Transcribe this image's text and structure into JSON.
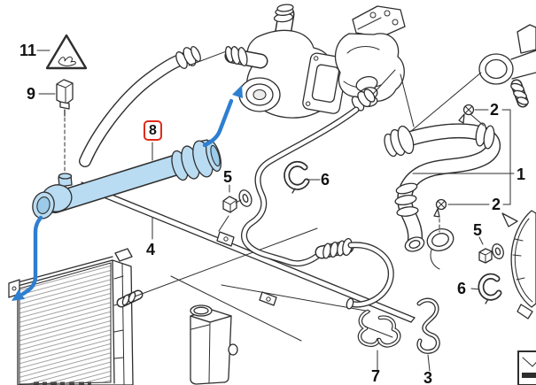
{
  "diagram": {
    "background": "#ffffff",
    "selected_callout": "8",
    "callouts": {
      "part1": "1",
      "part2_top": "2",
      "part2_bottom": "2",
      "part3": "3",
      "part4": "4",
      "part5_left": "5",
      "part5_right": "5",
      "part6_left": "6",
      "part6_right": "6",
      "part7": "7",
      "part8": "8",
      "part9": "9",
      "part11": "11"
    },
    "colors": {
      "line": "#2e2e2e",
      "highlight-fill": "#b9dcf2",
      "highlight-inner": "#9ccbe9",
      "selection-red": "#dd2c1a",
      "flow-blue": "#2e7fd0"
    },
    "parts": [
      "radiator",
      "expansion-tank",
      "coolant-pipe",
      "thermostat-housing",
      "water-pump-bracket",
      "coolant-flange",
      "heater-hose",
      "vent-hose",
      "radiator-hose",
      "upper-radiator-hose-highlighted",
      "hose-clip",
      "retaining-clip",
      "s-hook",
      "bolt",
      "washer",
      "screw",
      "coolant-sensor",
      "warning-triangle",
      "support-bracket",
      "legend-corner-box"
    ],
    "flow_arrows": [
      "to-thermostat-port",
      "to-radiator-inlet"
    ]
  }
}
